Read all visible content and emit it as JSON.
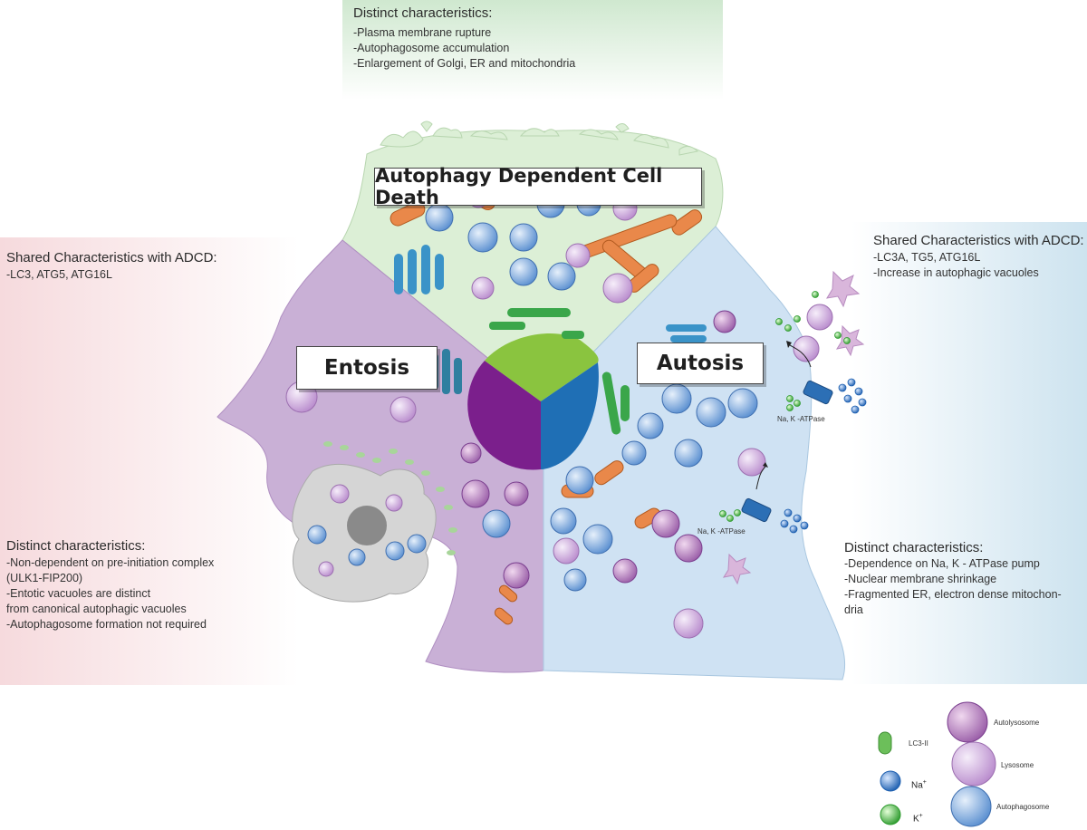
{
  "top_panel": {
    "heading": "Distinct characteristics:",
    "lines": [
      "-Plasma membrane rupture",
      "-Autophagosome accumulation",
      "-Enlargement of Golgi, ER and mitochondria"
    ]
  },
  "left_panel": {
    "shared_heading": "Shared Characteristics with ADCD:",
    "shared_lines": [
      "-LC3, ATG5, ATG16L"
    ],
    "distinct_heading": "Distinct characteristics:",
    "distinct_lines": [
      "-Non-dependent on pre-initiation complex",
      "(ULK1-FIP200)",
      "-Entotic vacuoles are distinct",
      "from canonical  autophagic vacuoles",
      "-Autophagosome formation not required"
    ]
  },
  "right_panel": {
    "shared_heading": "Shared Characteristics with ADCD:",
    "shared_lines": [
      "-LC3A, TG5, ATG16L",
      "-Increase in autophagic vacuoles"
    ],
    "distinct_heading": "Distinct characteristics:",
    "distinct_lines": [
      "-Dependence on Na, K - ATPase pump",
      "-Nuclear membrane shrinkage",
      "-Fragmented ER, electron dense mitochon-",
      "dria"
    ]
  },
  "sections": {
    "adcd": "Autophagy Dependent Cell Death",
    "entosis": "Entosis",
    "autosis": "Autosis"
  },
  "pump_label_upper": "Na, K -ATPase",
  "pump_label_lower": "Na, K -ATPase",
  "legend": {
    "lc3": "LC3-II",
    "na": "Na",
    "na_sup": "+",
    "k": "K",
    "k_sup": "+",
    "autolysosome": "Autolysosome",
    "lysosome": "Lysosome",
    "autophagosome": "Autophagosome"
  },
  "colors": {
    "adcd_bg": "#dcefd6",
    "entosis_bg": "#c9b0d6",
    "autosis_bg": "#cfe2f3",
    "nucleus_purple": "#7b1f8c",
    "nucleus_green": "#8ac43f",
    "nucleus_blue": "#1f6fb5",
    "lc3_green": "#6cbf5a",
    "mito_orange": "#e9884a",
    "golgi_blue": "#3a93c8"
  }
}
